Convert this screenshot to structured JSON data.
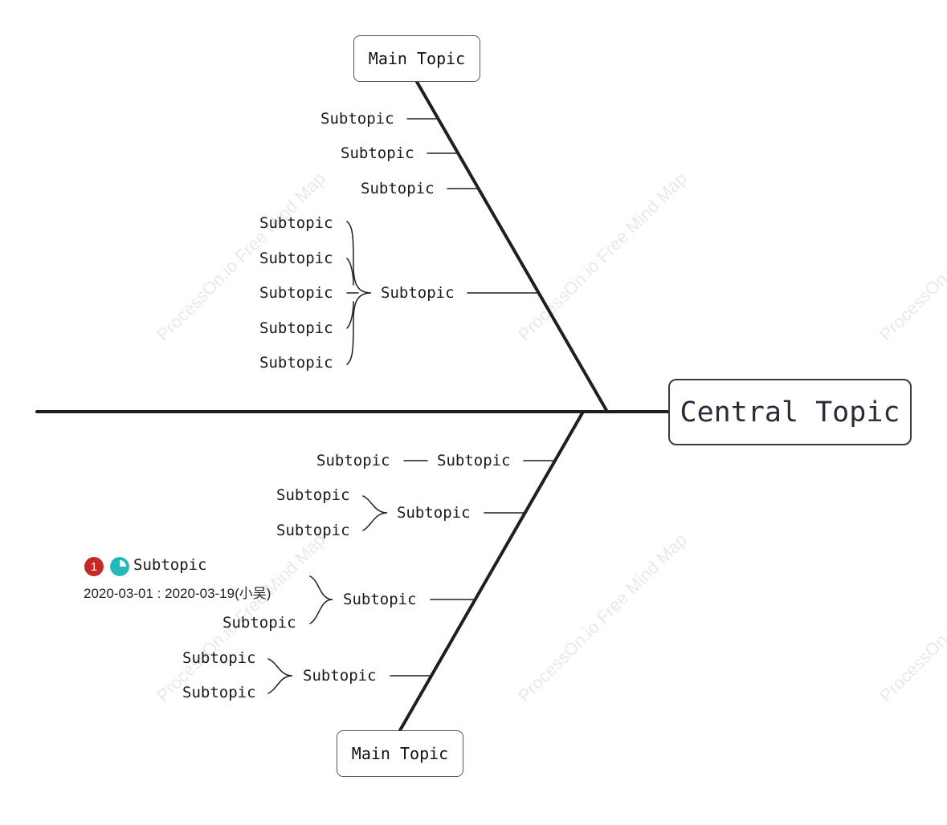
{
  "watermark": "ProcessOn.io Free Mind Map",
  "central_topic": "Central Topic",
  "main_topic_top": "Main Topic",
  "main_topic_bottom": "Main Topic",
  "upper": {
    "sub1": "Subtopic",
    "sub2": "Subtopic",
    "sub3": "Subtopic",
    "sub4": "Subtopic",
    "sub4_children": [
      "Subtopic",
      "Subtopic",
      "Subtopic",
      "Subtopic",
      "Subtopic"
    ]
  },
  "lower": {
    "sub1": "Subtopic",
    "sub1_child": "Subtopic",
    "sub2": "Subtopic",
    "sub2_children": [
      "Subtopic",
      "Subtopic"
    ],
    "sub3": "Subtopic",
    "sub3_child_a": "Subtopic",
    "sub3_child_a_priority": "1",
    "sub3_child_a_progress_icon": "quarter-progress-icon",
    "sub3_child_a_date": "2020-03-01 : 2020-03-19(小吴)",
    "sub3_child_b": "Subtopic",
    "sub4": "Subtopic",
    "sub4_children": [
      "Subtopic",
      "Subtopic"
    ]
  },
  "colors": {
    "spine": "#1f1f1f",
    "priority_badge": "#c62828",
    "progress_icon": "#26b8b8"
  }
}
